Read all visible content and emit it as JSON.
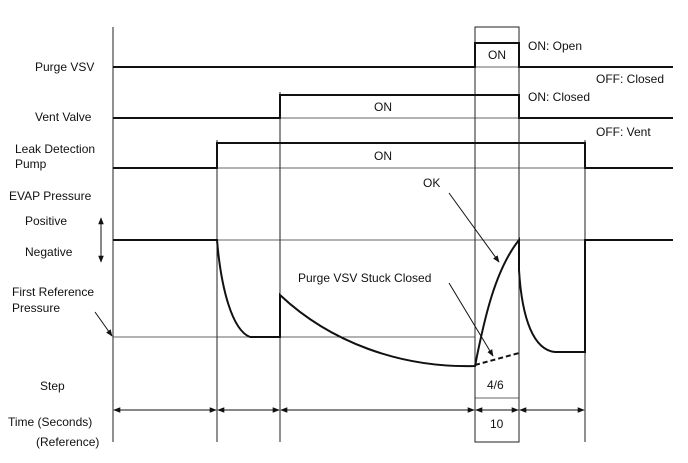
{
  "labels": {
    "purge_vsv": "Purge VSV",
    "vent_valve": "Vent Valve",
    "leak_pump_line1": "Leak Detection",
    "leak_pump_line2": "Pump",
    "evap_pressure": "EVAP Pressure",
    "positive": "Positive",
    "negative": "Negative",
    "first_ref_line1": "First Reference",
    "first_ref_line2": "Pressure",
    "step": "Step",
    "time_seconds": "Time (Seconds)",
    "reference": "(Reference)"
  },
  "annotations": {
    "purge_on": "ON",
    "on_open": "ON: Open",
    "off_closed": "OFF: Closed",
    "vent_on": "ON",
    "on_closed": "ON: Closed",
    "off_vent": "OFF: Vent",
    "pump_on": "ON",
    "ok": "OK",
    "purge_stuck": "Purge VSV Stuck Closed",
    "step_value": "4/6",
    "time_value": "10"
  }
}
